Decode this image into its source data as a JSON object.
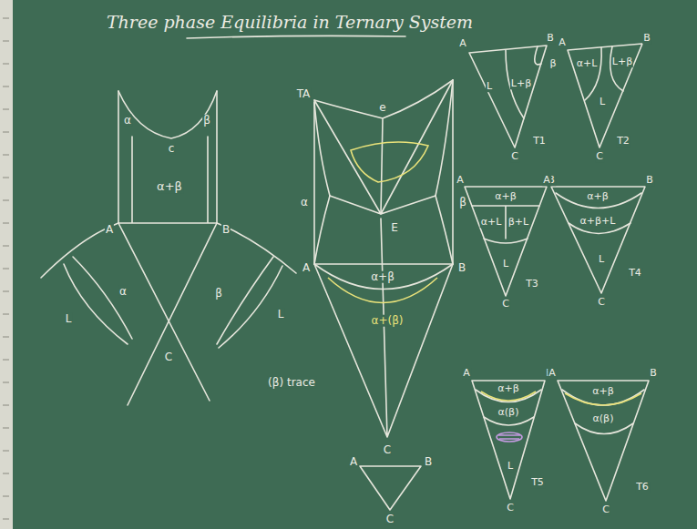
{
  "diagram": {
    "title": "Three phase Equilibria in Ternary System",
    "labels": [
      "α",
      "c",
      "β",
      "α+β",
      "A",
      "B",
      "L",
      "α",
      "β",
      "L",
      "C",
      "TA",
      "e",
      "α",
      "β",
      "E",
      "A",
      "B",
      "α+β",
      "α+(β)",
      "C",
      "(β) trace",
      "A",
      "B",
      "C",
      "A",
      "B",
      "L",
      "L+β",
      "β",
      "C",
      "T1",
      "A",
      "B",
      "α+L",
      "L+β",
      "L",
      "C",
      "T2",
      "A",
      "B",
      "α+β",
      "α+L",
      "β+L",
      "L",
      "C",
      "T3",
      "A",
      "B",
      "α+β",
      "α+β+L",
      "L",
      "C",
      "T4",
      "A",
      "B",
      "α+β",
      "α(β)",
      "L",
      "C",
      "T5",
      "A",
      "B",
      "α+β",
      "α(β)",
      "C",
      "T6"
    ]
  }
}
